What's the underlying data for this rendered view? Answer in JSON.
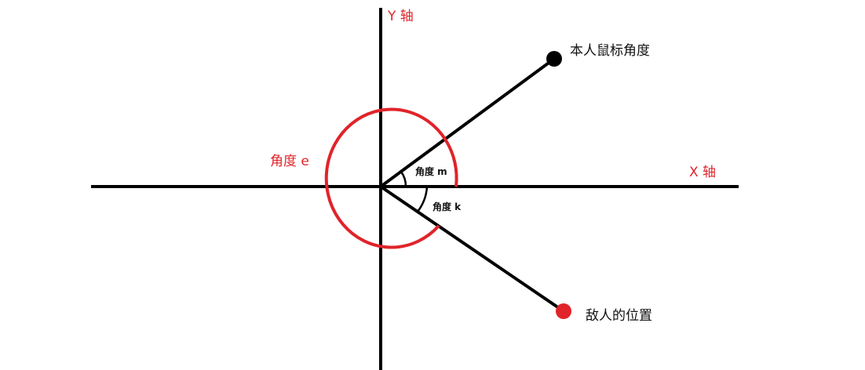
{
  "labels": {
    "y_axis": "Y 轴",
    "x_axis": "X 轴",
    "angle_e": "角度 e",
    "angle_m": "角度 m",
    "angle_k": "角度 k",
    "mouse_direction": "本人鼠标角度",
    "enemy_position": "敌人的位置"
  },
  "colors": {
    "axis": "#000000",
    "arc": "#e0242a",
    "mouse_point": "#000000",
    "enemy_point": "#e0242a",
    "red_text": "#e0242a",
    "black_text": "#111111"
  }
}
